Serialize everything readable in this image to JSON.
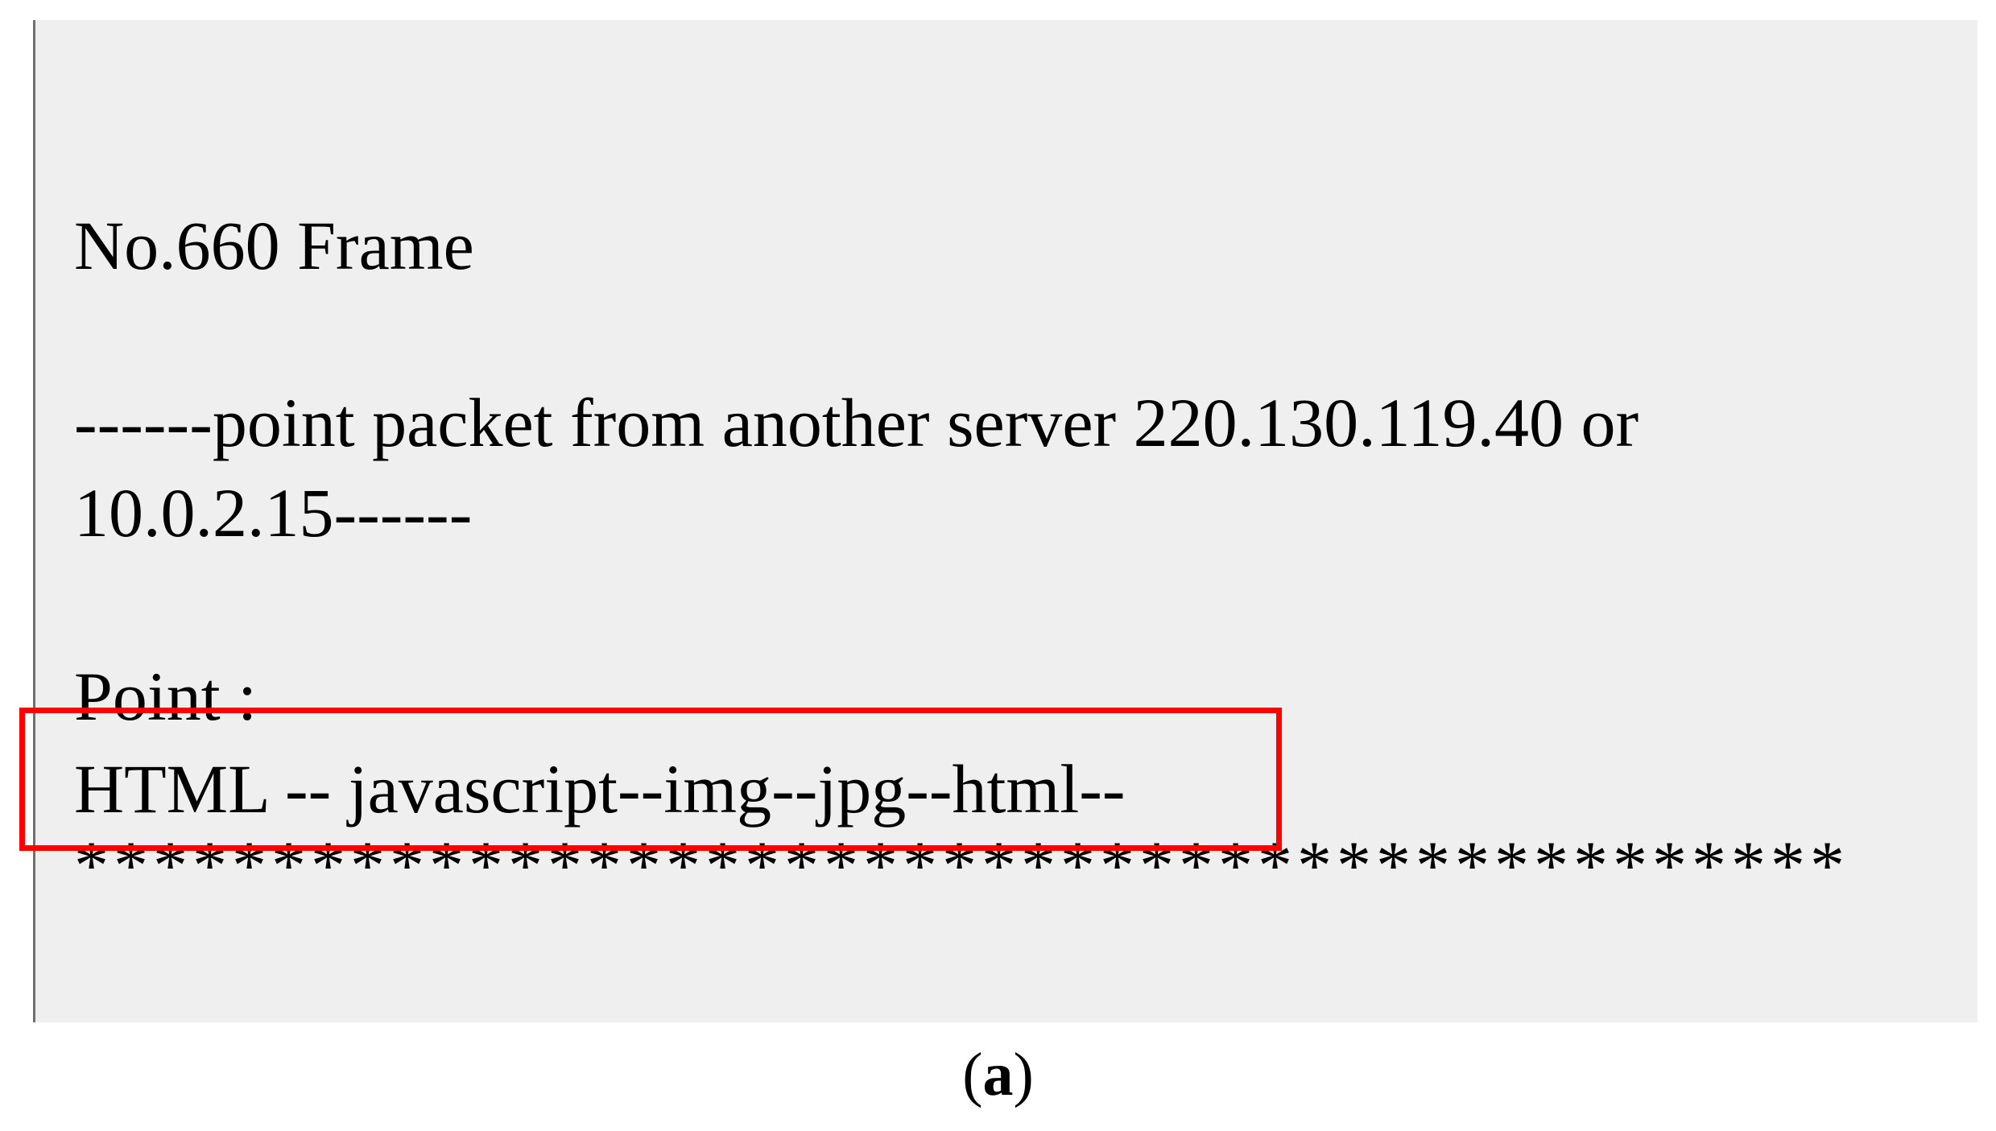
{
  "content": {
    "frame_title": "No.660 Frame",
    "packet_line_1": "------point packet from another server 220.130.119.40 or",
    "packet_line_2": "10.0.2.15------",
    "point_label": "Point :",
    "point_value": "HTML -- javascript--img--jpg--html--",
    "separator": "*********************************************"
  },
  "caption": {
    "open_paren": "(",
    "letter": "a",
    "close_paren": ")"
  },
  "colors": {
    "panel_background": "#efefef",
    "highlight_border": "#ff0000",
    "text": "#000000"
  }
}
